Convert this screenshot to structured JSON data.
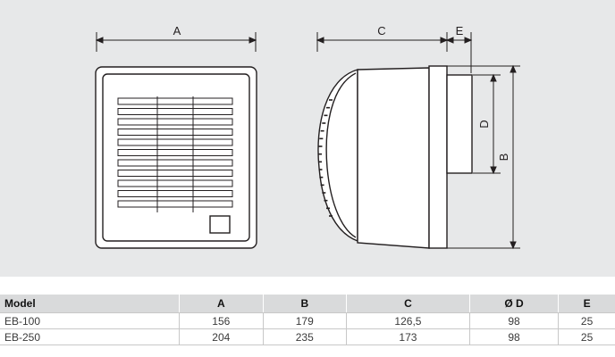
{
  "dimension_labels": {
    "a": "A",
    "b": "B",
    "c": "C",
    "d": "D",
    "e": "E"
  },
  "table": {
    "headers": [
      "Model",
      "A",
      "B",
      "C",
      "Ø D",
      "E"
    ],
    "rows": [
      [
        "EB-100",
        "156",
        "179",
        "126,5",
        "98",
        "25"
      ],
      [
        "EB-250",
        "204",
        "235",
        "173",
        "98",
        "25"
      ]
    ]
  },
  "colors": {
    "drawing_background": "#e7e8e9",
    "line": "#231f20",
    "body_fill": "#ffffff",
    "table_header": "#d9dadb"
  }
}
